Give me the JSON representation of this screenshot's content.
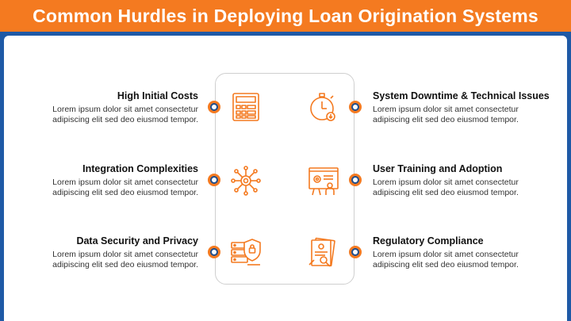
{
  "title": "Common Hurdles in Deploying Loan Origination Systems",
  "colors": {
    "accent": "#f47a20",
    "navy": "#1f4e8c",
    "frame": "#1f5aa6"
  },
  "items": {
    "left": [
      {
        "heading": "High Initial Costs",
        "line1": "Lorem ipsum dolor sit amet consectetur",
        "line2": "adipiscing elit sed deo eiusmod tempor.",
        "icon": "calculator-icon"
      },
      {
        "heading": "Integration Complexities",
        "line1": "Lorem ipsum dolor sit amet consectetur",
        "line2": "adipiscing elit sed deo eiusmod tempor.",
        "icon": "network-hub-icon"
      },
      {
        "heading": "Data Security and Privacy",
        "line1": "Lorem ipsum dolor sit amet consectetur",
        "line2": "adipiscing elit sed deo eiusmod tempor.",
        "icon": "server-shield-icon"
      }
    ],
    "right": [
      {
        "heading": "System Downtime & Technical Issues",
        "line1": "Lorem ipsum dolor sit amet consectetur",
        "line2": "adipiscing elit sed deo eiusmod tempor.",
        "icon": "stopwatch-icon"
      },
      {
        "heading": "User Training and Adoption",
        "line1": "Lorem ipsum dolor sit amet consectetur",
        "line2": "adipiscing elit sed deo eiusmod tempor.",
        "icon": "presentation-board-icon"
      },
      {
        "heading": "Regulatory Compliance",
        "line1": "Lorem ipsum dolor sit amet consectetur",
        "line2": "adipiscing elit sed deo eiusmod tempor.",
        "icon": "document-inspect-icon"
      }
    ]
  }
}
